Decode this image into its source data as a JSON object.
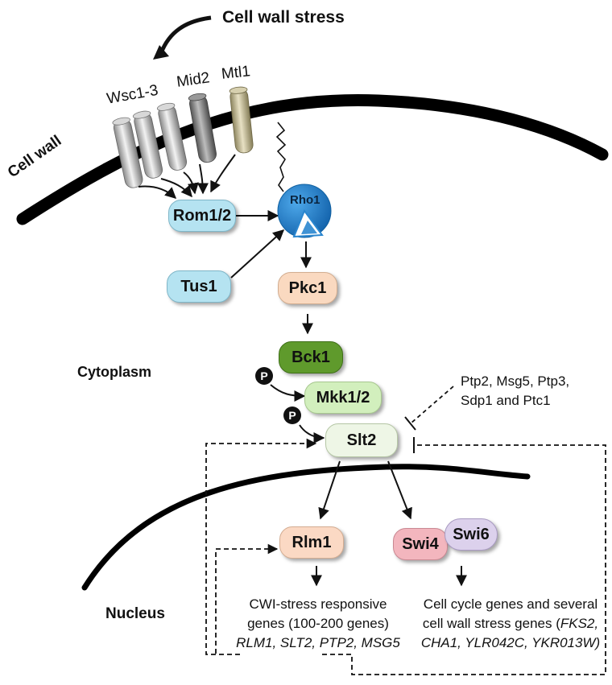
{
  "title": "Cell wall stress",
  "compartments": {
    "cell_wall": "Cell wall",
    "cytoplasm": "Cytoplasm",
    "nucleus": "Nucleus"
  },
  "sensors": {
    "wsc": "Wsc1-3",
    "mid2": "Mid2",
    "mtl1": "Mtl1"
  },
  "nodes": {
    "rom": "Rom1/2",
    "rho1": "Rho1",
    "tus1": "Tus1",
    "pkc1": "Pkc1",
    "bck1": "Bck1",
    "mkk": "Mkk1/2",
    "slt2": "Slt2",
    "rlm1": "Rlm1",
    "swi4": "Swi4",
    "swi6": "Swi6"
  },
  "phospho_label": "P",
  "phosphatases": {
    "line1": "Ptp2, Msg5, Ptp3,",
    "line2": "Sdp1 and Ptc1"
  },
  "rlm1_targets": {
    "line1": "CWI-stress responsive",
    "line2": "genes (100-200 genes)",
    "line3": "RLM1, SLT2, PTP2, MSG5"
  },
  "swi_targets": {
    "line1": "Cell cycle genes and several",
    "line2a": "cell wall stress genes (",
    "line2b": "FKS2,",
    "line3": "CHA1, YLR042C, YKR013W)"
  },
  "colors": {
    "rom_tus": "#b5e3f1",
    "rho1": "#1f7fd0",
    "pkc1": "#fad9c0",
    "bck1": "#5f9a2c",
    "mkk": "#d2efbd",
    "slt2": "#eef6e6",
    "rlm1": "#fbd9c4",
    "swi4": "#f3b6be",
    "swi6": "#dcd1ec"
  }
}
